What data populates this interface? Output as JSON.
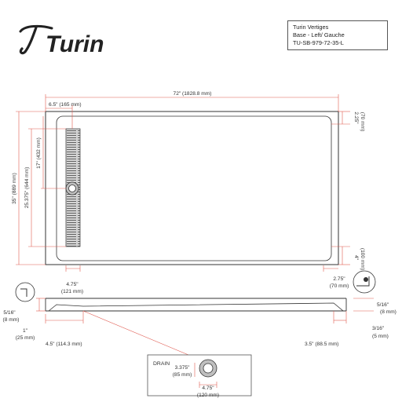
{
  "colors": {
    "dimension": "#e05a50",
    "outline": "#333333",
    "drain_fill": "#bfbfbf",
    "text": "#222222"
  },
  "brand": {
    "logo_text": "Turin"
  },
  "product": {
    "line1": "Turin Vertiges",
    "line2": "Base - Left/ Gauche",
    "line3": "TU-SB-979-72-35-L"
  },
  "dimensions": {
    "overall_width": "72\" (1828.8 mm)",
    "drain_offset": "6.5\" (165 mm)",
    "overall_depth": "35\" (889 mm)",
    "drain_length": "25.375\" (644 mm)",
    "drain_center": "17\" (432 mm)",
    "top_rim_a": "2.25\"",
    "top_rim_b": "(70 mm)",
    "bottom_rim_a": "4\"",
    "bottom_rim_b": "(100 mm)",
    "right_rim_a": "2.75\"",
    "right_rim_b": "(70 mm)",
    "drain_width_a": "4.75\"",
    "drain_width_b": "(121 mm)",
    "left_lip_a": "5/16\"",
    "left_lip_b": "(8 mm)",
    "height_a": "1\"",
    "height_b": "(25 mm)",
    "side_left": "4.5\" (114.3 mm)",
    "side_right": "3.5\" (88.5 mm)",
    "right_lip_a": "5/16\"",
    "right_lip_b": "(8 mm)",
    "right_small_a": "3/16\"",
    "right_small_b": "(5 mm)"
  },
  "drain_detail": {
    "label": "DRAIN",
    "inner_a": "3.375\"",
    "inner_b": "(85 mm)",
    "outer_a": "4.75\"",
    "outer_b": "(120 mm)"
  }
}
